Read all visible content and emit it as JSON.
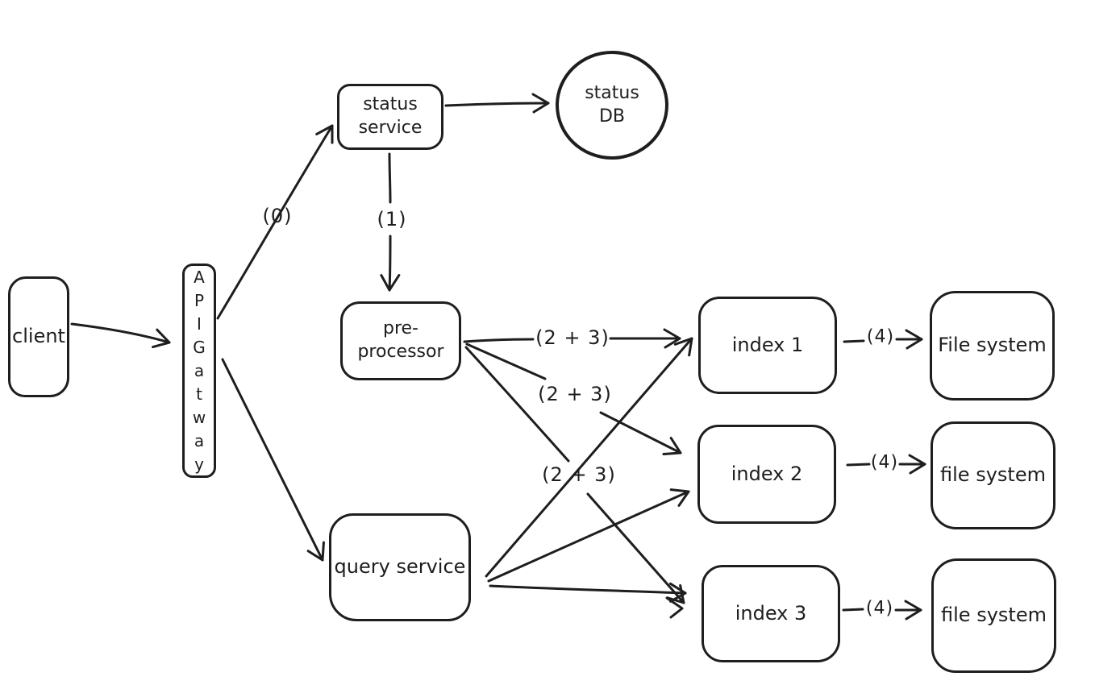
{
  "canvas": {
    "background": "#ffffff",
    "ink": "#1e1e1e"
  },
  "nodes": {
    "client": {
      "label": "client"
    },
    "api_gateway": {
      "label": "A\nP\nI\nG\na\nt\nw\na\ny"
    },
    "status_service": {
      "label": "status\nservice"
    },
    "status_db": {
      "label": "status\nDB"
    },
    "pre_processor": {
      "label": "pre-\nprocessor"
    },
    "query_service": {
      "label": "query service"
    },
    "index_1": {
      "label": "index 1"
    },
    "index_2": {
      "label": "index 2"
    },
    "index_3": {
      "label": "index 3"
    },
    "file_system_1": {
      "label": "File system"
    },
    "file_system_2": {
      "label": "file system"
    },
    "file_system_3": {
      "label": "file system"
    }
  },
  "edge_labels": {
    "gateway_to_status_service": "(0)",
    "status_service_to_pre_processor": "(1)",
    "pre_processor_to_index_1": "(2 + 3)",
    "pre_processor_to_index_2": "(2 + 3)",
    "pre_processor_to_index_3": "(2 + 3)",
    "index_1_to_file_system": "(4)",
    "index_2_to_file_system": "(4)",
    "index_3_to_file_system": "(4)"
  }
}
